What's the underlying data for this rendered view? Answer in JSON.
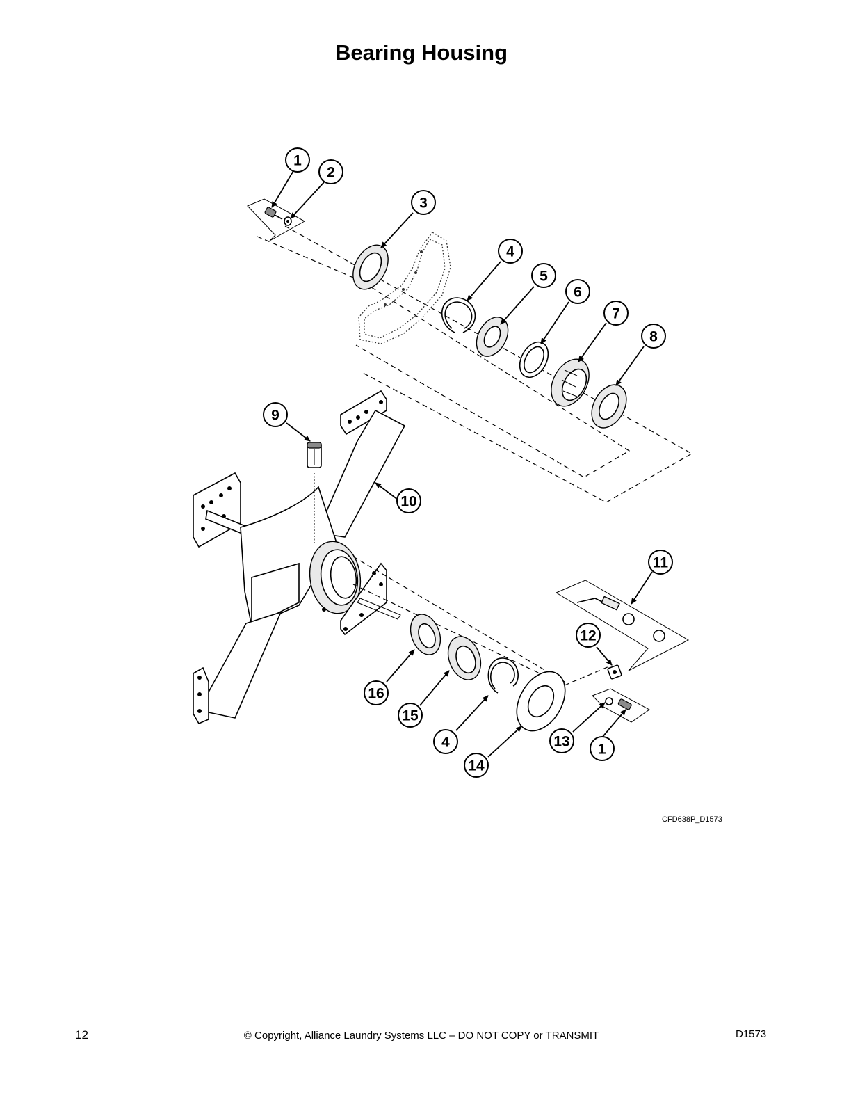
{
  "page": {
    "title": "Bearing Housing",
    "figure_id": "CFD638P_D1573",
    "page_number": "12",
    "copyright": "© Copyright, Alliance Laundry Systems LLC – DO NOT COPY or TRANSMIT",
    "doc_id": "D1573"
  },
  "callouts": [
    {
      "key": "c1a",
      "label": "1"
    },
    {
      "key": "c2",
      "label": "2"
    },
    {
      "key": "c3",
      "label": "3"
    },
    {
      "key": "c4a",
      "label": "4"
    },
    {
      "key": "c5",
      "label": "5"
    },
    {
      "key": "c6",
      "label": "6"
    },
    {
      "key": "c7",
      "label": "7"
    },
    {
      "key": "c8",
      "label": "8"
    },
    {
      "key": "c9",
      "label": "9"
    },
    {
      "key": "c10",
      "label": "10"
    },
    {
      "key": "c11",
      "label": "11"
    },
    {
      "key": "c12",
      "label": "12"
    },
    {
      "key": "c13",
      "label": "13"
    },
    {
      "key": "c1b",
      "label": "1"
    },
    {
      "key": "c14",
      "label": "14"
    },
    {
      "key": "c4b",
      "label": "4"
    },
    {
      "key": "c15",
      "label": "15"
    },
    {
      "key": "c16",
      "label": "16"
    }
  ],
  "colors": {
    "line": "#000000",
    "background": "#ffffff"
  }
}
